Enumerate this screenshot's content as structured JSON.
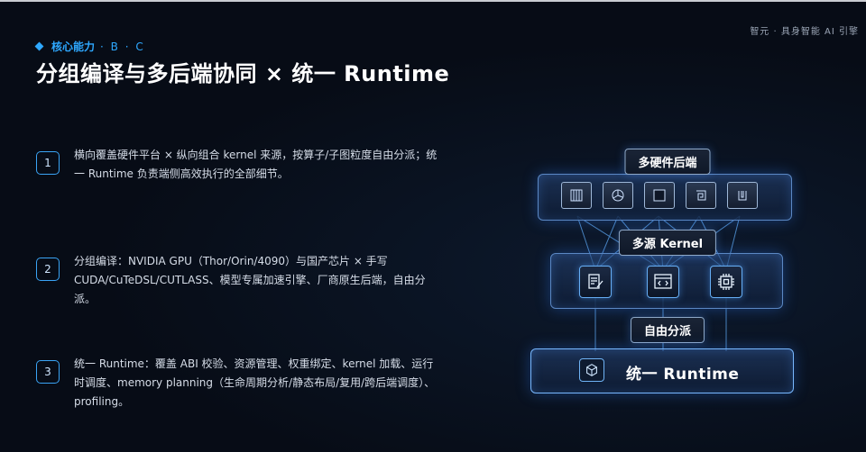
{
  "brand": "智元 · 具身智能 AI 引擎",
  "eyebrow": {
    "label": "核心能力",
    "sub": "· B · C"
  },
  "title": "分组编译与多后端协同 × 统一 Runtime",
  "points": [
    {
      "num": "1",
      "text": "横向覆盖硬件平台 × 纵向组合 kernel 来源，按算子/子图粒度自由分派；统一 Runtime 负责端侧高效执行的全部细节。"
    },
    {
      "num": "2",
      "text": "分组编译：NVIDIA GPU（Thor/Orin/4090）与国产芯片 × 手写 CUDA/CuTeDSL/CUTLASS、模型专属加速引擎、厂商原生后端，自由分派。"
    },
    {
      "num": "3",
      "text": "统一 Runtime：覆盖 ABI 校验、资源管理、权重绑定、kernel 加载、运行时调度、memory planning（生命周期分析/静态布局/复用/跨后端调度）、profiling。"
    }
  ],
  "diagram": {
    "hardware_label": "多硬件后端",
    "kernel_label": "多源 Kernel",
    "dispatch_label": "自由分派",
    "runtime_label": "统一 Runtime",
    "chip_icons": [
      "chip-grid-icon",
      "chip-fan-icon",
      "chip-plain-icon",
      "chip-spiral-icon",
      "chip-circuit-icon"
    ],
    "kernel_icons": [
      "doc-edit-icon",
      "code-window-icon",
      "chip-core-icon"
    ]
  },
  "colors": {
    "accent": "#2ea8ff",
    "background": "#070c16"
  }
}
